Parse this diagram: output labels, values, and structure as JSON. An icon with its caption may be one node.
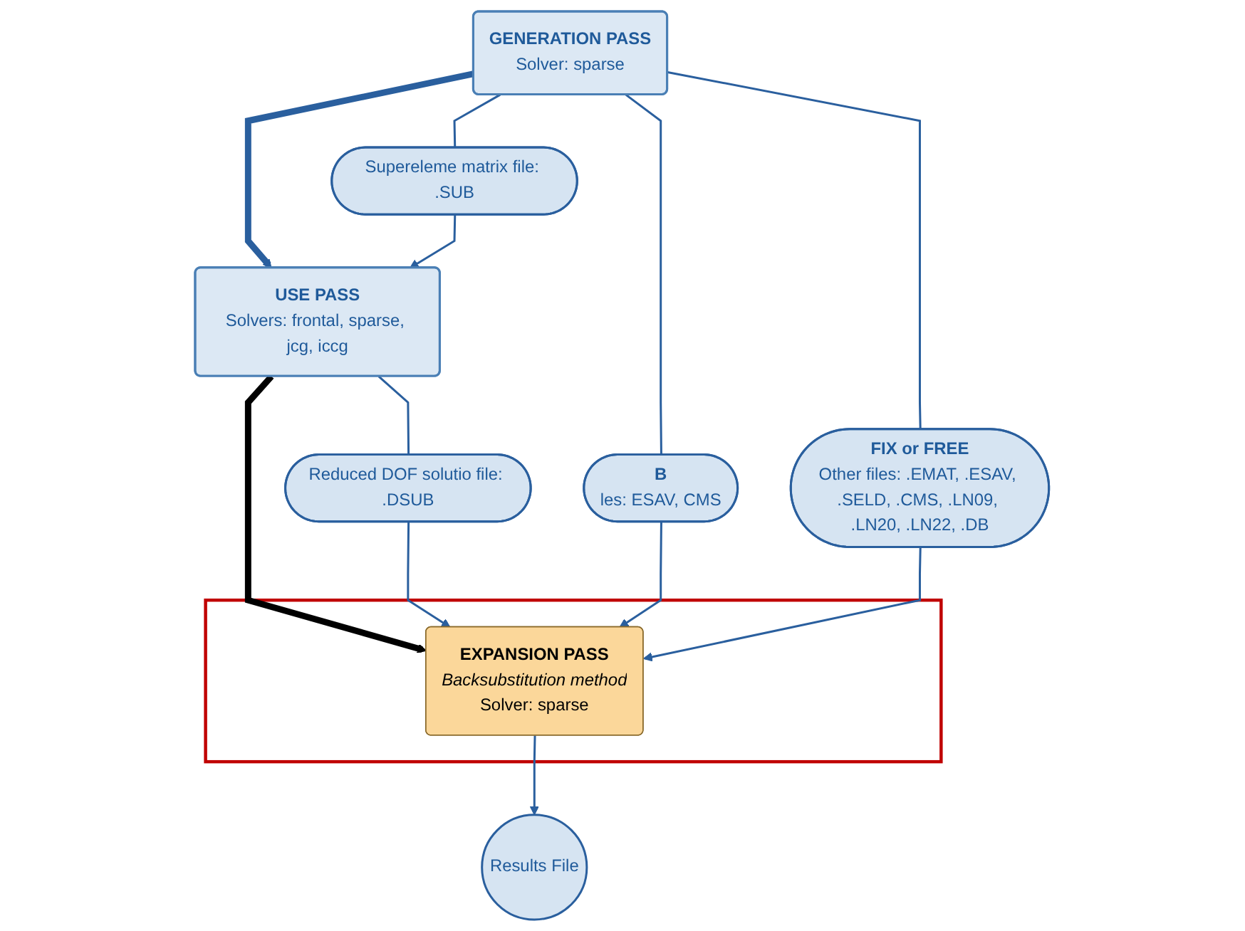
{
  "diagram": {
    "nodes": [
      {
        "text": [
          "GENERATION PASS",
          "Solver: sparse"
        ]
      },
      {
        "text": [
          "Supereleme matrix file: .SUB"
        ]
      },
      {
        "text": [
          "USE PASS",
          "Solvers: frontal, sparse, jcg, iccg"
        ]
      },
      {
        "text": [
          "Reduced DOF solutio file: .DSUB"
        ]
      },
      {
        "text": [
          "B",
          "les: ESAV, CMS"
        ]
      },
      {
        "text": [
          "FIX or FREE",
          "Other files: .EMAT, .ESAV, .SELD, .CMS, .LN09, .LN20, .LN22, .DB"
        ]
      },
      {
        "text": [],
        "shape": "box"
      },
      {
        "text": [
          "EXPANSION PASS",
          "Backsubstitution method",
          "Solver: sparse"
        ],
        "in": 6
      },
      {
        "text": [
          "Results File"
        ]
      }
    ],
    "edges": [
      {
        "from": 0,
        "to": 2,
        "arrow": "to",
        "style": "thick"
      },
      {
        "from": 2,
        "to": 7,
        "arrow": "to",
        "style": "thick",
        "color": "#000000"
      },
      {
        "from": 0,
        "to": 1,
        "arrow": "none"
      },
      {
        "from": 1,
        "to": 2,
        "arrow": "to"
      },
      {
        "from": 2,
        "to": 3,
        "arrow": "none"
      },
      {
        "from": 0,
        "to": 4,
        "arrow": "none"
      },
      {
        "from": 0,
        "to": 5,
        "arrow": "none"
      },
      {
        "from": 4,
        "to": 7,
        "arrow": "to"
      },
      {
        "from": 5,
        "to": 7,
        "arrow": "to"
      },
      {
        "from": 3,
        "to": 7,
        "arrow": "to"
      },
      {
        "from": 7,
        "to": 8,
        "arrow": "to"
      }
    ]
  }
}
